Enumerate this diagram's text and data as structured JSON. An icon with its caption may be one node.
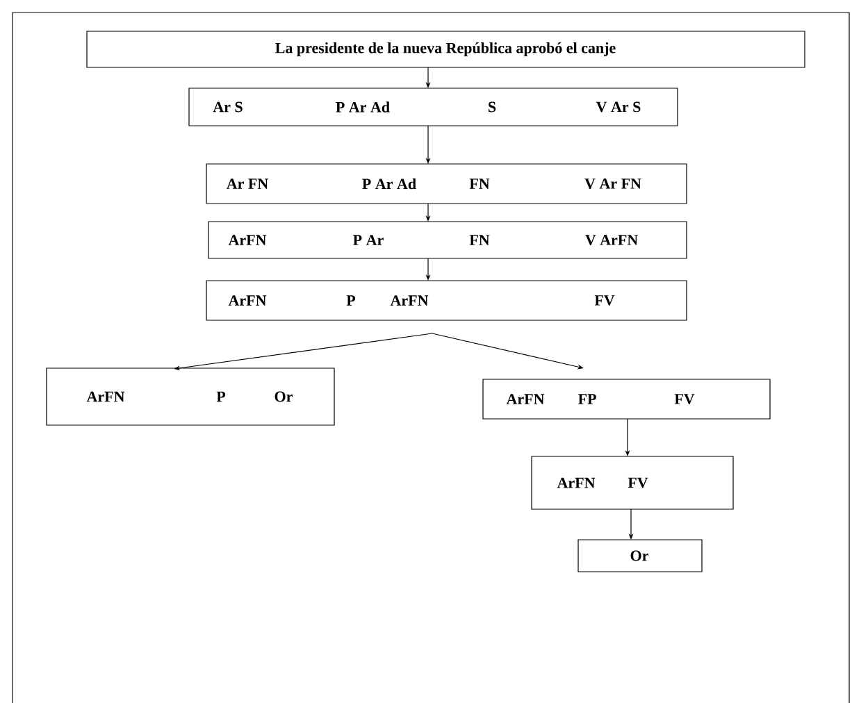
{
  "diagram": {
    "nodes": [
      {
        "text": [
          "La presidente de la nueva República aprobó el canje"
        ]
      },
      {
        "text": [
          "Ar S",
          "P Ar Ad",
          "S",
          "V Ar S"
        ]
      },
      {
        "text": [
          "Ar FN",
          "P Ar Ad",
          "FN",
          "V Ar FN"
        ]
      },
      {
        "text": [
          "ArFN",
          "P Ar",
          "FN",
          "V ArFN"
        ]
      },
      {
        "text": [
          "ArFN",
          "P",
          "ArFN",
          "FV"
        ]
      },
      {
        "text": [
          "ArFN",
          "P",
          "Or"
        ]
      },
      {
        "text": [
          "ArFN",
          "FP",
          "FV"
        ]
      },
      {
        "text": [
          "ArFN",
          "FV"
        ]
      },
      {
        "text": [
          "Or"
        ]
      }
    ],
    "edges": [
      {
        "from": 0,
        "to": 1,
        "arrow": "to"
      },
      {
        "from": 1,
        "to": 2,
        "arrow": "to"
      },
      {
        "from": 2,
        "to": 3,
        "arrow": "to"
      },
      {
        "from": 3,
        "to": 4,
        "arrow": "to"
      },
      {
        "from": 4,
        "to": 5,
        "arrow": "to"
      },
      {
        "from": 4,
        "to": 6,
        "arrow": "to"
      },
      {
        "from": 6,
        "to": 7,
        "arrow": "to"
      },
      {
        "from": 7,
        "to": 8,
        "arrow": "to"
      }
    ]
  }
}
